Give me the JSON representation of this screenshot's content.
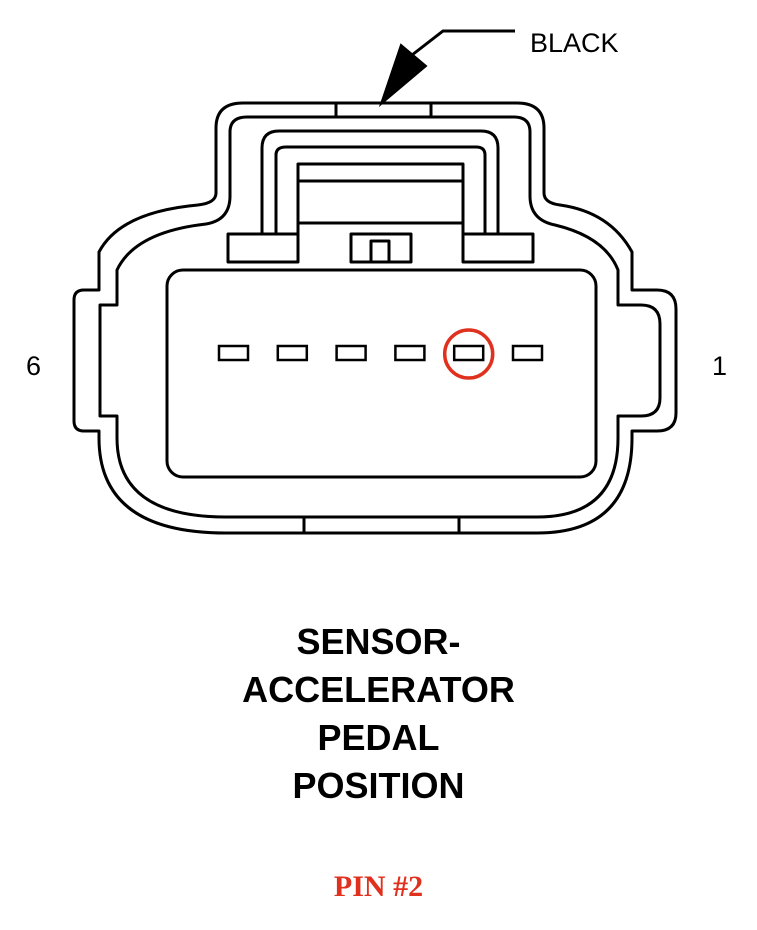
{
  "connector": {
    "wire_color_label": "BLACK",
    "pin_labels": {
      "left": "6",
      "right": "1"
    },
    "pin_count": 6,
    "highlighted_pin": 2,
    "highlight_color": "#e0301e",
    "line_color": "#000000"
  },
  "title": {
    "lines": [
      "SENSOR-",
      "ACCELERATOR",
      "PEDAL",
      "POSITION"
    ]
  },
  "callout": {
    "text": "PIN #2",
    "color": "#e0301e"
  }
}
